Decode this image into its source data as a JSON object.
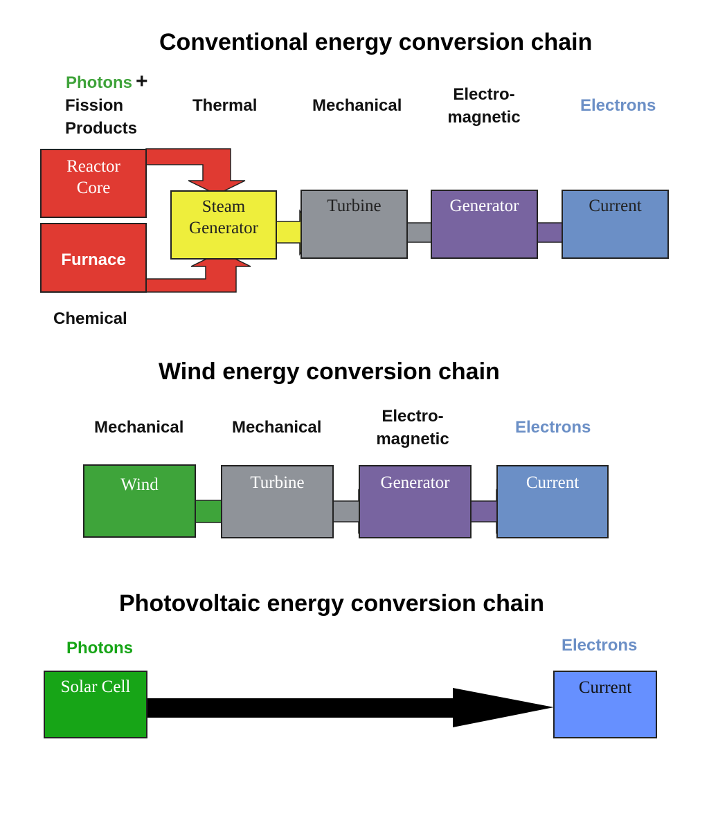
{
  "colors": {
    "red": "#e03a32",
    "yellow": "#eeee3c",
    "gray": "#8f9399",
    "purple": "#7864a0",
    "blue": "#6b8fc6",
    "green": "#3ea43a",
    "solar_green": "#17a517",
    "current_blue": "#6690ff",
    "green_text": "#3fa33a",
    "blue_text": "#6b8fc6"
  },
  "conventional": {
    "title": "Conventional energy conversion chain",
    "labels": {
      "photons": "Photons",
      "plus": "+",
      "fission": "Fission",
      "products": "Products",
      "thermal": "Thermal",
      "mechanical": "Mechanical",
      "electro1": "Electro-",
      "electro2": "magnetic",
      "electrons": "Electrons",
      "chemical": "Chemical"
    },
    "boxes": {
      "reactor1": "Reactor",
      "reactor2": "Core",
      "furnace": "Furnace",
      "steam1": "Steam",
      "steam2": "Generator",
      "turbine": "Turbine",
      "generator": "Generator",
      "current": "Current"
    }
  },
  "wind": {
    "title": "Wind energy conversion chain",
    "labels": {
      "mech1": "Mechanical",
      "mech2": "Mechanical",
      "electro1": "Electro-",
      "electro2": "magnetic",
      "electrons": "Electrons"
    },
    "boxes": {
      "wind": "Wind",
      "turbine": "Turbine",
      "generator": "Generator",
      "current": "Current"
    }
  },
  "pv": {
    "title": "Photovoltaic energy conversion chain",
    "labels": {
      "photons": "Photons",
      "electrons": "Electrons"
    },
    "boxes": {
      "solar": "Solar Cell",
      "current": "Current"
    }
  }
}
